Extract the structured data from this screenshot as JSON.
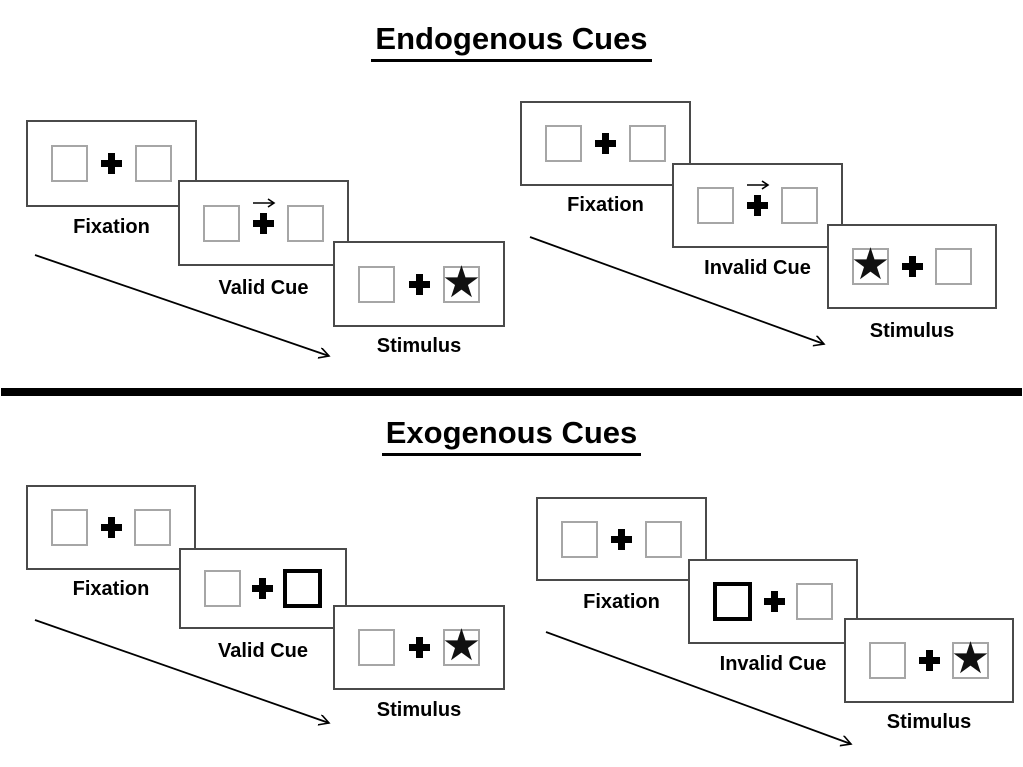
{
  "figure": {
    "description": "Posner cueing task schematic with endogenous and exogenous cue trial sequences"
  },
  "sections": [
    {
      "title": "Endogenous Cues",
      "sequences": [
        {
          "name": "valid",
          "cue": "arrow-right-above-fixation",
          "stimulus_side": "right",
          "panels": [
            {
              "label": "Fixation"
            },
            {
              "label": "Valid Cue"
            },
            {
              "label": "Stimulus"
            }
          ]
        },
        {
          "name": "invalid",
          "cue": "arrow-right-above-fixation",
          "stimulus_side": "left",
          "panels": [
            {
              "label": "Fixation"
            },
            {
              "label": "Invalid Cue"
            },
            {
              "label": "Stimulus"
            }
          ]
        }
      ]
    },
    {
      "title": "Exogenous Cues",
      "sequences": [
        {
          "name": "valid",
          "cue": "thick-box-right",
          "stimulus_side": "right",
          "panels": [
            {
              "label": "Fixation"
            },
            {
              "label": "Valid Cue"
            },
            {
              "label": "Stimulus"
            }
          ]
        },
        {
          "name": "invalid",
          "cue": "thick-box-left",
          "stimulus_side": "right",
          "panels": [
            {
              "label": "Fixation"
            },
            {
              "label": "Invalid Cue"
            },
            {
              "label": "Stimulus"
            }
          ]
        }
      ]
    }
  ],
  "icons": {
    "star": "★",
    "fixation_cross": "+",
    "cue_arrow": "→"
  },
  "colors": {
    "ink": "#000000",
    "panel_border": "#4a4a4a",
    "box_border": "#a6a6a6",
    "background": "#ffffff"
  }
}
